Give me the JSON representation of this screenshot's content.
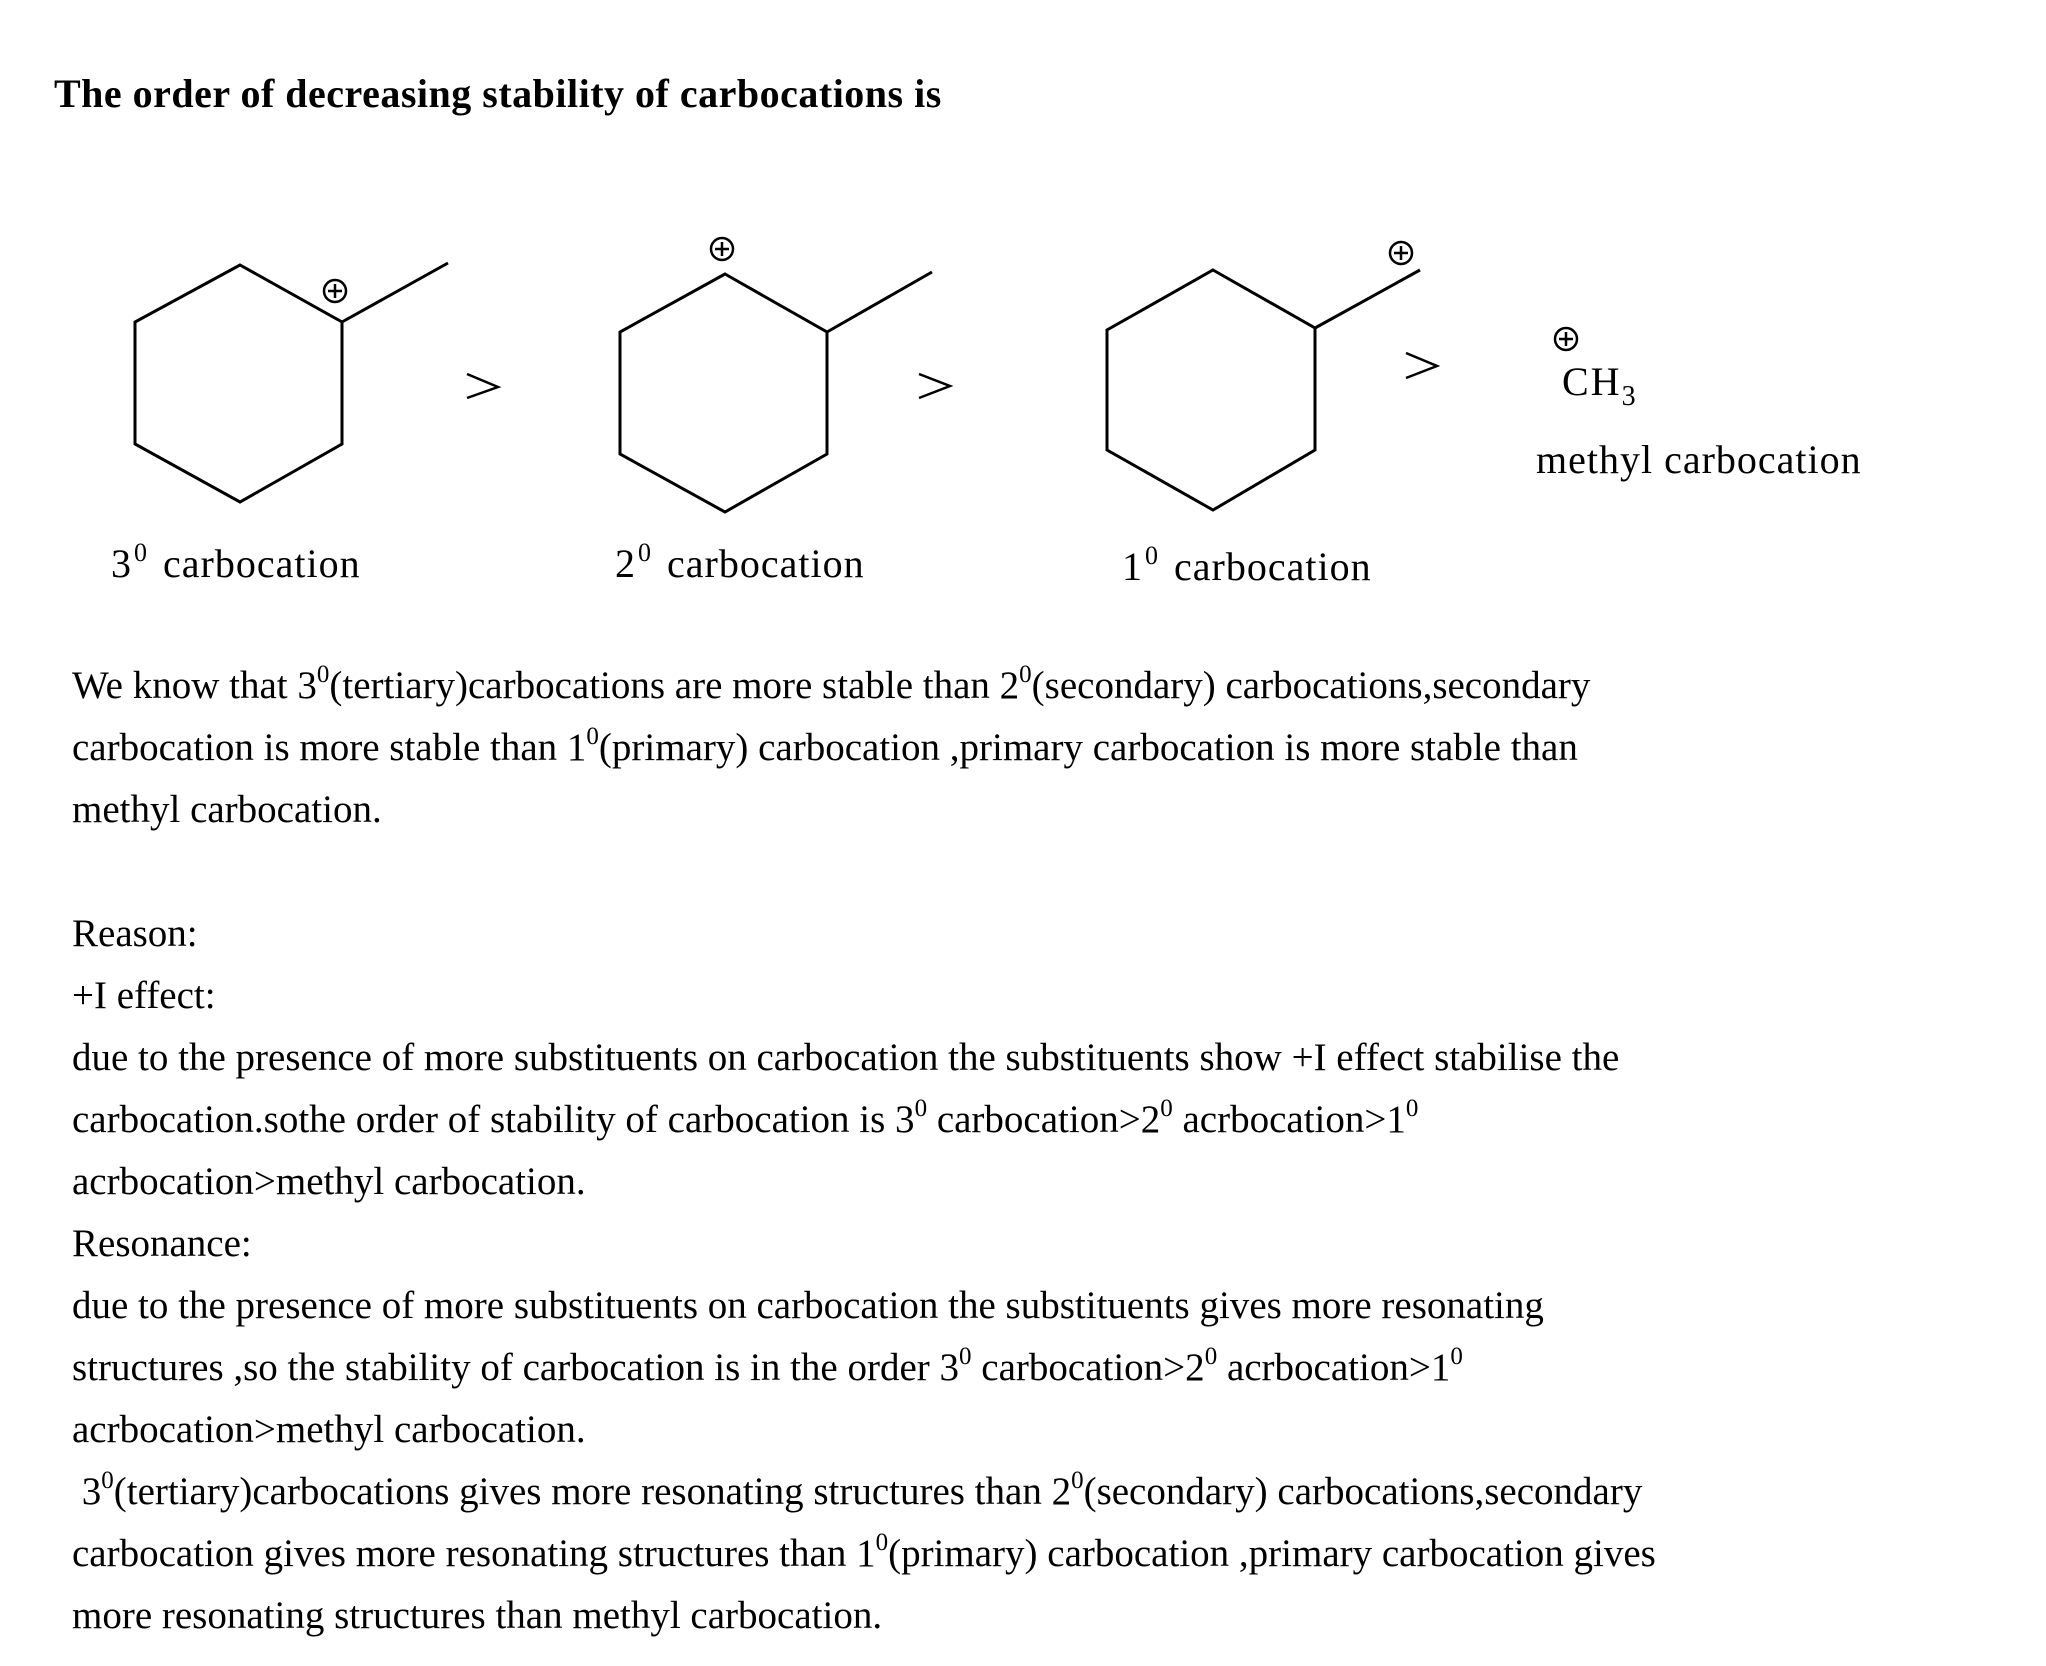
{
  "title": "The order of decreasing stability of carbocations is",
  "diagram": {
    "structures": [
      {
        "id": "tertiary",
        "degree": "3",
        "degree_sup": "0",
        "label": "carbocation",
        "charge_symbol": "⊕"
      },
      {
        "id": "secondary",
        "degree": "2",
        "degree_sup": "0",
        "label": "carbocation",
        "charge_symbol": "⊕"
      },
      {
        "id": "primary",
        "degree": "1",
        "degree_sup": "0",
        "label": "carbocation",
        "charge_symbol": "⊕"
      },
      {
        "id": "methyl",
        "formula_main": "CH",
        "formula_sub": "3",
        "label": "methyl carbocation",
        "charge_symbol": "⊕"
      }
    ],
    "comparator": ">"
  },
  "paragraphs": {
    "intro": {
      "l1_a": "We know that 3",
      "l1_sup1": "0",
      "l1_b": "(tertiary)carbocations are more stable than 2",
      "l1_sup2": "0",
      "l1_c": "(secondary) carbocations,secondary",
      "l2_a": "carbocation is more stable than 1",
      "l2_sup": "0",
      "l2_b": "(primary) carbocation ,primary carbocation is more stable than",
      "l3": "methyl carbocation."
    },
    "reason_heading": "Reason:",
    "inductive_heading": "+I effect:",
    "inductive": {
      "l1": "due to the presence of more substituents on  carbocation the substituents show +I effect stabilise the",
      "l2_a": "carbocation.sothe order of stability of carbocation is 3",
      "l2_sup1": "0",
      "l2_b": " carbocation>2",
      "l2_sup2": "0",
      "l2_c": " acrbocation>1",
      "l2_sup3": "0",
      "l3": "acrbocation>methyl carbocation."
    },
    "resonance_heading": "Resonance:",
    "resonance": {
      "l1": "due to the presence of more substituents on  carbocation the substituents gives more resonating",
      "l2_a": "structures  ,so the stability of carbocation is in the order 3",
      "l2_sup1": "0",
      "l2_b": " carbocation>2",
      "l2_sup2": "0",
      "l2_c": " acrbocation>1",
      "l2_sup3": "0",
      "l3": "acrbocation>methyl carbocation."
    },
    "resonance_summary": {
      "l1_a": " 3",
      "l1_sup1": "0",
      "l1_b": "(tertiary)carbocations gives more resonating structures than 2",
      "l1_sup2": "0",
      "l1_c": "(secondary) carbocations,secondary",
      "l2_a": "carbocation gives more resonating structures than 1",
      "l2_sup": "0",
      "l2_b": "(primary) carbocation ,primary carbocation gives",
      "l3": "more resonating structures than methyl carbocation."
    }
  }
}
